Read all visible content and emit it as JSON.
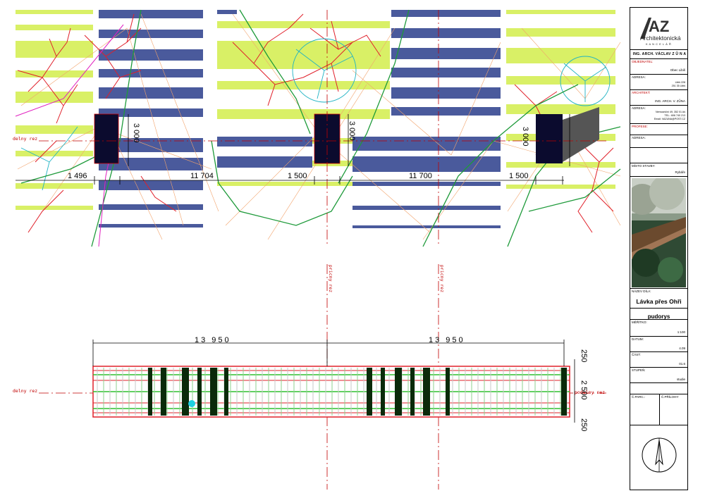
{
  "firm": {
    "logo_mark": "AZ",
    "logo_name": "Architektonická",
    "logo_sub": "K A N C E L Á Ř",
    "principal": "ING. ARCH. VÁCLAV Z Ů N A"
  },
  "title_block": {
    "objednatel_label": "OBJEDNATEL:",
    "objednatel_value": "Obec Libiš",
    "adresa1_label": "ADRESA:",
    "adresa1_line1": "Libiš 228",
    "adresa1_line2": "251 35 Libiš",
    "architekt_label": "ARCHITEKT:",
    "architekt_value": "ING. ARCH. V. ZŮNA",
    "adresa2_label": "ADRESA:",
    "adresa2_line1": "Nemocniční 49, 352 01 Aš",
    "adresa2_line2": "TEL.: 606 740 213",
    "adresa2_line3": "Email: VAZUNA@POST.CZ",
    "profese_label": "PROFESE:",
    "adresa3_label": "ADRESA:",
    "misto_label": "MÍSTO STAVBY:",
    "misto_value": "Rybáře",
    "nazev_label": "NÁZEV DÍLA:",
    "nazev_value": "Lávka přes Ohři",
    "drawing_name": "pudorys",
    "meritko_label": "MĚŘÍTKO:",
    "meritko_value": "1:100",
    "datum_label": "DATUM:",
    "datum_value": "4.09",
    "cast_label": "ČÁST:",
    "cast_value": "01.6",
    "stupen_label": "STUPEŇ:",
    "stupen_value": "studie",
    "cparc_label": "Č.PARC.:",
    "cprilohy_label": "Č.PŘÍLOHY:"
  },
  "top_plan": {
    "dim_bottom": [
      "1 496",
      "11 704",
      "1 500",
      "11 700",
      "1 500"
    ],
    "dim_vertical": [
      "3 000",
      "3 000",
      "3 000"
    ],
    "axis_long_label": "delny rez",
    "axis_cross_label": "pricny rez"
  },
  "bottom_plan": {
    "dim_top": [
      "13 950",
      "13 950"
    ],
    "dim_right": [
      "250",
      "2 500",
      "250"
    ],
    "axis_cross_1": "pricny rez",
    "axis_cross_2": "pricny rez",
    "axis_long_left": "delny rez",
    "axis_long_right": "podelny rez"
  },
  "colors": {
    "deck_blue": "#4a5a9c",
    "terrain_lime": "#d9f066",
    "tree_red": "#e0202a",
    "contour_green": "#1e9a3a",
    "axis_red": "#c00000"
  }
}
